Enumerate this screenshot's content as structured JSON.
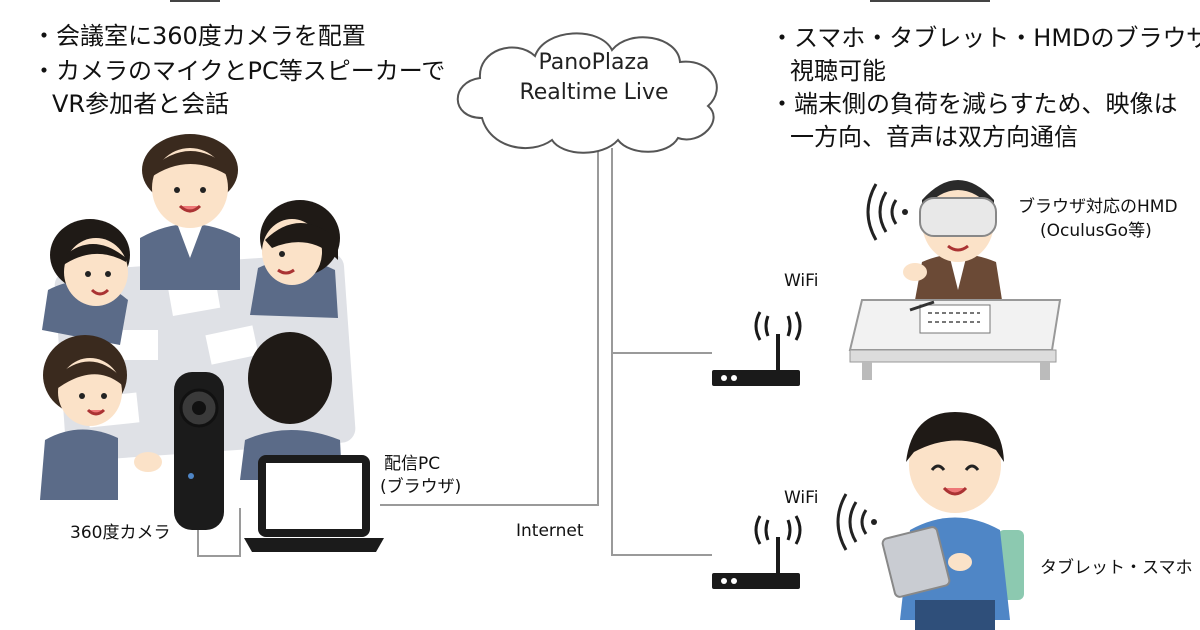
{
  "left_bullets": [
    "・会議室に360度カメラを配置",
    "・カメラのマイクとPC等スピーカーで",
    "VR参加者と会話"
  ],
  "right_bullets": [
    "・スマホ・タブレット・HMDのブラウザで",
    "視聴可能",
    "・端末側の負荷を減らすため、映像は",
    "一方向、音声は双方向通信"
  ],
  "cloud": {
    "line1": "PanoPlaza",
    "line2": "Realtime Live"
  },
  "labels": {
    "camera": "360度カメラ",
    "pc_line1": "配信PC",
    "pc_line2": "(ブラウザ)",
    "internet": "Internet",
    "wifi_top": "WiFi",
    "wifi_bottom": "WiFi",
    "hmd_line1": "ブラウザ対応のHMD",
    "hmd_line2": "(OculusGo等)",
    "tablet": "タブレット・スマホ"
  },
  "colors": {
    "line": "#9a9a9a",
    "suit": "#5b6b88",
    "hair": "#3a2a1e",
    "skin": "#fbe2c8",
    "table": "#dfe1e6",
    "sweater": "#4f86c6",
    "router": "#1a1a1a"
  }
}
